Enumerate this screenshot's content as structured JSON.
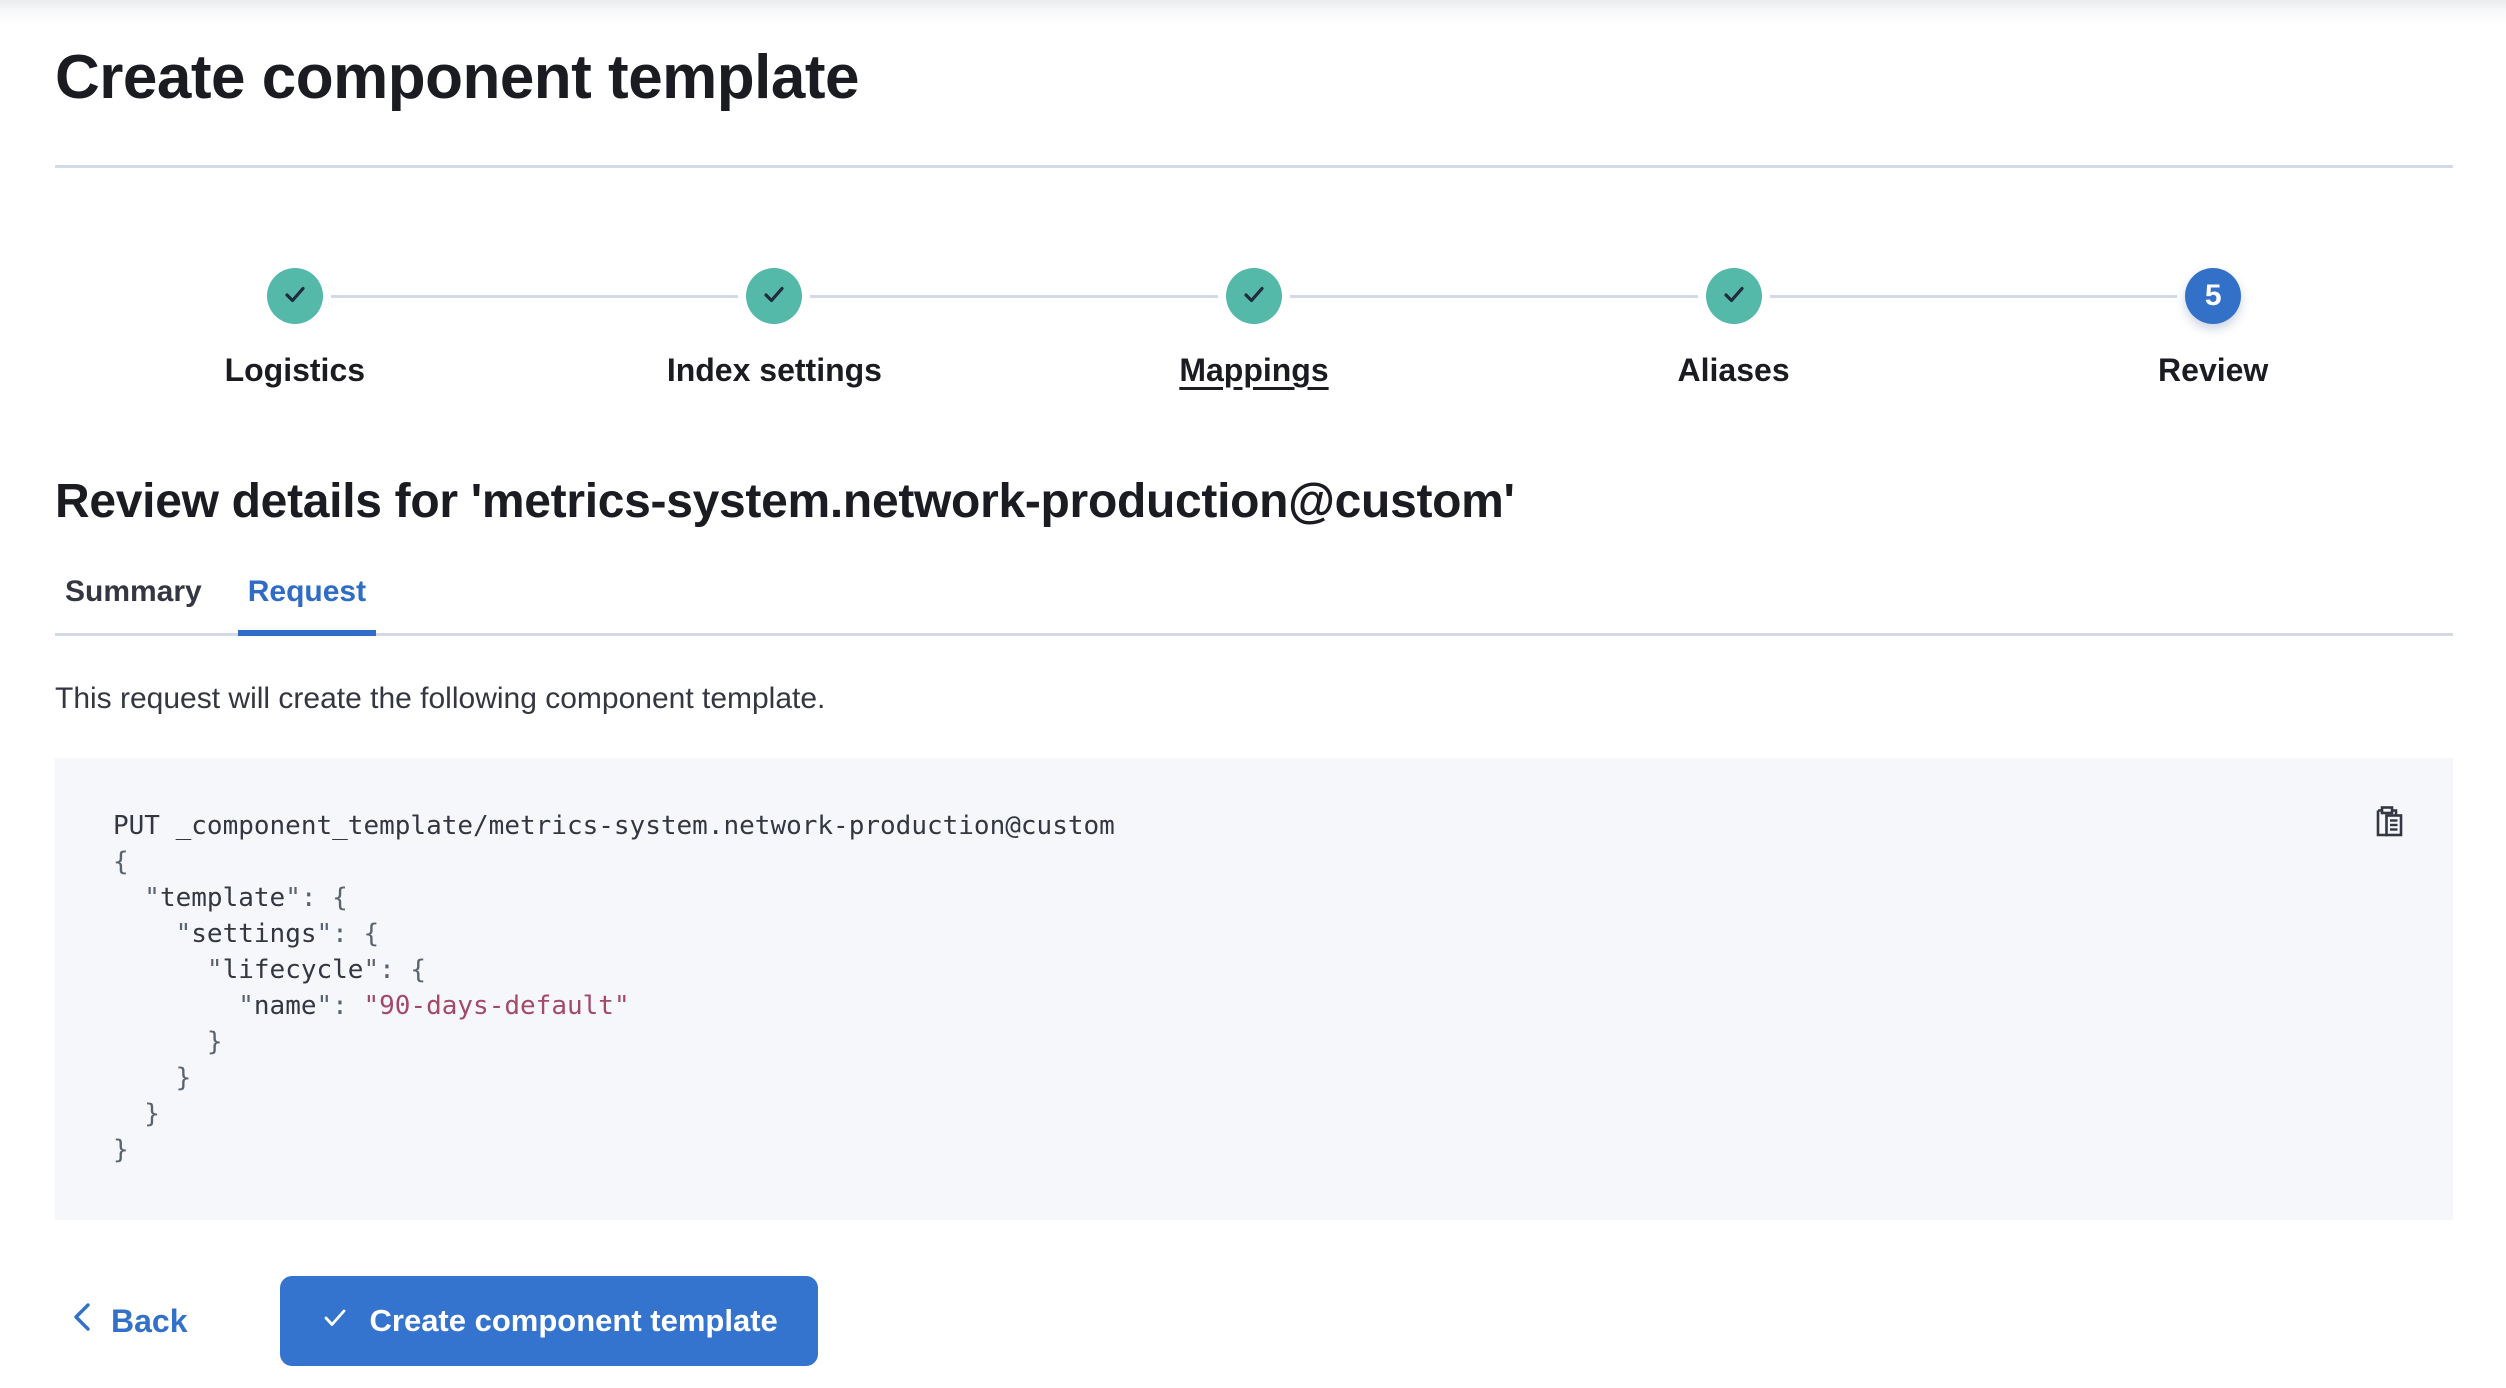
{
  "page": {
    "title": "Create component template"
  },
  "stepper": {
    "steps": [
      {
        "label": "Logistics",
        "status": "complete",
        "icon": "check-icon"
      },
      {
        "label": "Index settings",
        "status": "complete",
        "icon": "check-icon"
      },
      {
        "label": "Mappings",
        "status": "complete",
        "icon": "check-icon",
        "hovered": true
      },
      {
        "label": "Aliases",
        "status": "complete",
        "icon": "check-icon"
      },
      {
        "label": "Review",
        "status": "current",
        "number": "5"
      }
    ]
  },
  "review": {
    "heading": "Review details for 'metrics-system.network-production@custom'",
    "tabs": [
      {
        "label": "Summary",
        "active": false
      },
      {
        "label": "Request",
        "active": true
      }
    ],
    "description": "This request will create the following component template."
  },
  "code": {
    "copy_icon": "copy-clipboard-icon",
    "lines": [
      {
        "segments": [
          {
            "text": "PUT _component_template/metrics-system.network-production@custom",
            "type": "plain"
          }
        ]
      },
      {
        "segments": [
          {
            "text": "{",
            "type": "punct"
          }
        ]
      },
      {
        "segments": [
          {
            "text": "  \"",
            "type": "punct"
          },
          {
            "text": "template",
            "type": "key"
          },
          {
            "text": "\": {",
            "type": "punct"
          }
        ]
      },
      {
        "segments": [
          {
            "text": "    \"",
            "type": "punct"
          },
          {
            "text": "settings",
            "type": "key"
          },
          {
            "text": "\": {",
            "type": "punct"
          }
        ]
      },
      {
        "segments": [
          {
            "text": "      \"",
            "type": "punct"
          },
          {
            "text": "lifecycle",
            "type": "key"
          },
          {
            "text": "\": {",
            "type": "punct"
          }
        ]
      },
      {
        "segments": [
          {
            "text": "        \"",
            "type": "punct"
          },
          {
            "text": "name",
            "type": "key"
          },
          {
            "text": "\": ",
            "type": "punct"
          },
          {
            "text": "\"90-days-default\"",
            "type": "string"
          }
        ]
      },
      {
        "segments": [
          {
            "text": "      }",
            "type": "punct"
          }
        ]
      },
      {
        "segments": [
          {
            "text": "    }",
            "type": "punct"
          }
        ]
      },
      {
        "segments": [
          {
            "text": "  }",
            "type": "punct"
          }
        ]
      },
      {
        "segments": [
          {
            "text": "}",
            "type": "punct"
          }
        ]
      }
    ]
  },
  "footer": {
    "back_label": "Back",
    "create_label": "Create component template"
  },
  "colors": {
    "primary_blue": "#3474CE",
    "step_success_teal": "#54B9A9",
    "code_string_rose": "#A34A68",
    "divider_gray": "#D3DAE6",
    "code_background": "#F5F7FA",
    "text_dark": "#343741"
  }
}
